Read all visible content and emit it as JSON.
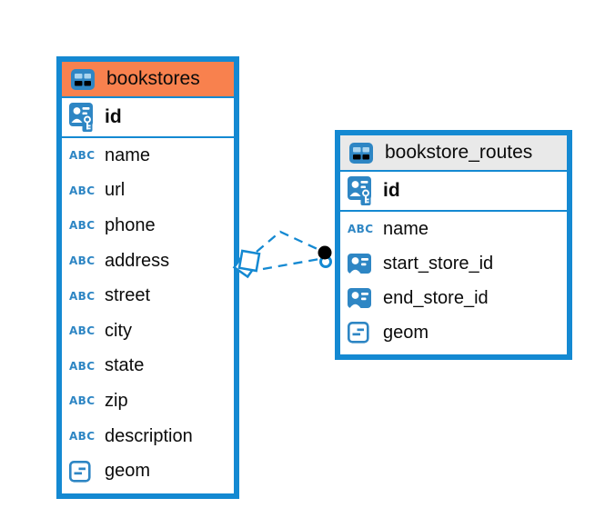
{
  "colors": {
    "accent": "#1489d2",
    "header-orange": "#f8814e",
    "header-gray": "#e9e9e9",
    "icon-blue": "#2e86c4",
    "text": "#0b0b0b"
  },
  "diagram": {
    "tables": [
      {
        "title": "bookstores",
        "header_style": "orange",
        "pk": {
          "label": "id",
          "type": "pk"
        },
        "fields": [
          {
            "label": "name",
            "type": "text"
          },
          {
            "label": "url",
            "type": "text"
          },
          {
            "label": "phone",
            "type": "text"
          },
          {
            "label": "address",
            "type": "text"
          },
          {
            "label": "street",
            "type": "text"
          },
          {
            "label": "city",
            "type": "text"
          },
          {
            "label": "state",
            "type": "text"
          },
          {
            "label": "zip",
            "type": "text"
          },
          {
            "label": "description",
            "type": "text"
          },
          {
            "label": "geom",
            "type": "geometry"
          }
        ]
      },
      {
        "title": "bookstore_routes",
        "header_style": "gray",
        "pk": {
          "label": "id",
          "type": "pk"
        },
        "fields": [
          {
            "label": "name",
            "type": "text"
          },
          {
            "label": "start_store_id",
            "type": "fk"
          },
          {
            "label": "end_store_id",
            "type": "fk"
          },
          {
            "label": "geom",
            "type": "geometry"
          }
        ]
      }
    ]
  }
}
